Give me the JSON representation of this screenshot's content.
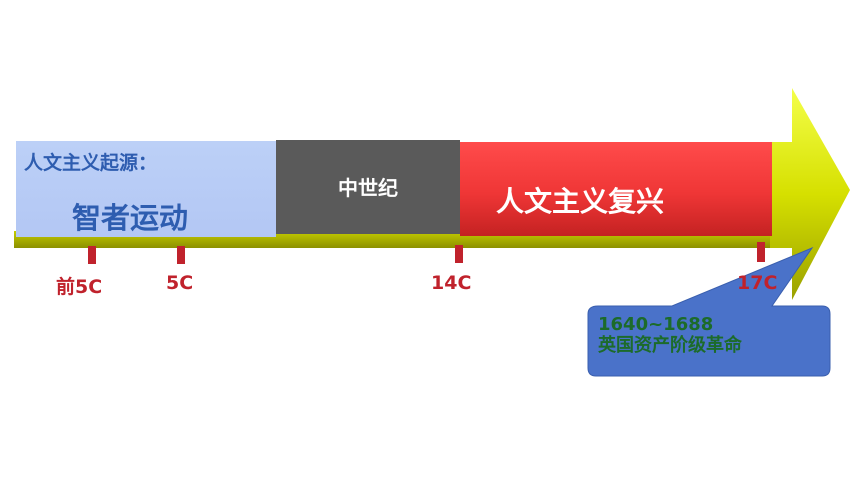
{
  "timeline": {
    "origin_block": {
      "title": "人文主义起源：",
      "subtitle": "智者运动"
    },
    "medieval_block": {
      "label": "中世纪"
    },
    "renaissance_block": {
      "label": "人文主义复兴"
    },
    "ticks": [
      {
        "label": "前5C"
      },
      {
        "label": "5C"
      },
      {
        "label": "14C"
      },
      {
        "label": "17C"
      }
    ],
    "event_callout": {
      "years": "1640~1688",
      "event": "英国资产阶级革命"
    }
  },
  "colors": {
    "origin_bg": "#b8ccf6",
    "origin_text": "#2e5db0",
    "medieval_bg": "#5a5a5a",
    "renaissance_bg": "#ef3636",
    "tick_marker": "#c0222c",
    "arrow_fill": "#c8d400",
    "callout_bg": "#4a72c9",
    "event_text": "#1c6b2a"
  }
}
